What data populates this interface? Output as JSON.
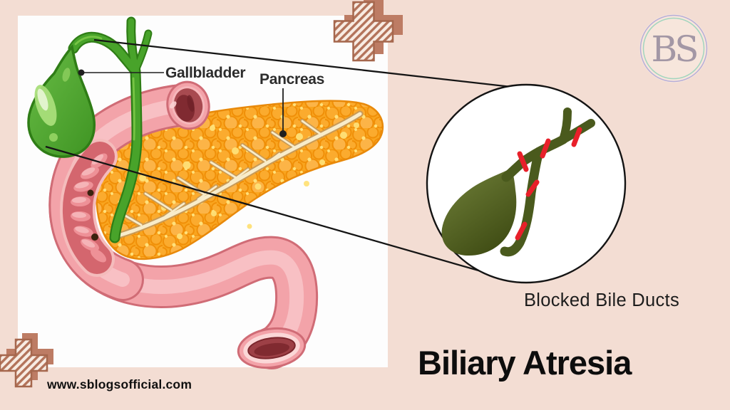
{
  "page": {
    "background_color": "#f3ddd3",
    "panel_color": "#fdfdfd"
  },
  "illustration": {
    "gallbladder_label": "Gallbladder",
    "pancreas_label": "Pancreas",
    "gallbladder_color": "#4aa52b",
    "pancreas_color": "#f9a51f",
    "duodenum_color": "#f3a3a9"
  },
  "inset": {
    "caption": "Blocked Bile Ducts",
    "organ_color": "#55651f",
    "blockage_color": "#e8202a"
  },
  "title": "Biliary Atresia",
  "website": "www.sblogsofficial.com",
  "logo": {
    "monogram": "BS"
  },
  "decor": {
    "cross_color": "#bd7c64",
    "stripe_color": "#b3735a"
  }
}
